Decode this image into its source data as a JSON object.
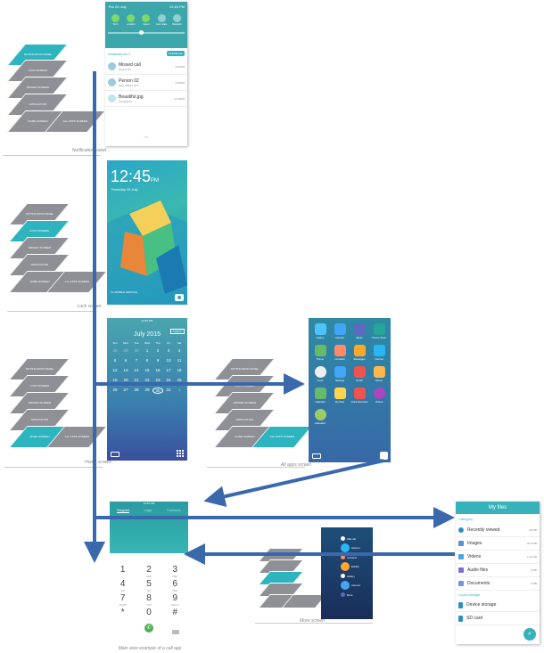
{
  "layers": {
    "notification_panel": "NOTIFICATION PANEL",
    "lock_screen": "LOCK SCREEN",
    "widget_screen": "WIDGET SCREEN",
    "application": "APPLICATION",
    "home_screen": "HOME SCREEN",
    "all_apps_screen": "ALL APPS SCREEN"
  },
  "captions": {
    "notification": "Notification panel",
    "lock": "Lock screen",
    "home": "Home screen",
    "all_apps": "All apps screen",
    "app": "Main view example of a call app",
    "more": "More screen"
  },
  "notification": {
    "date": "Thu 20 July",
    "time": "12:45 PM",
    "toggles": [
      "Wi-Fi",
      "Location",
      "Sound",
      "Auto rotate",
      "Bluetooth"
    ],
    "header": "Notifications 3",
    "clear": "CLEAR ALL",
    "items": [
      {
        "title": "Missed call",
        "sub": "Person 01",
        "time": "9:00AM"
      },
      {
        "title": "Person 02",
        "sub": "Hey! What's up?!",
        "time": "9:05AM"
      },
      {
        "title": "Beautiful.jpg",
        "sub": "Completed",
        "time": "12:44PM"
      }
    ]
  },
  "lock": {
    "time": "12:45",
    "ampm": "PM",
    "date": "Thursday 20 July",
    "carrier": "PL-MOBILE SERVICE"
  },
  "calendar": {
    "status_time": "12:45 PM",
    "today": "TODAY",
    "month": "July 2015",
    "weekdays": [
      "Sun",
      "Mon",
      "Tue",
      "Wed",
      "Thu",
      "Fri",
      "Sat"
    ],
    "days": [
      "28",
      "29",
      "30",
      "1",
      "2",
      "3",
      "4",
      "5",
      "6",
      "7",
      "8",
      "9",
      "10",
      "11",
      "12",
      "13",
      "14",
      "15",
      "16",
      "17",
      "18",
      "19",
      "20",
      "21",
      "22",
      "23",
      "24",
      "25",
      "26",
      "27",
      "28",
      "29",
      "30",
      "31",
      "1"
    ]
  },
  "apps": {
    "items": [
      "Gallery",
      "Camera",
      "Music",
      "Theme Store",
      "Phone",
      "Contacts",
      "Messages",
      "Internet",
      "Clock",
      "Settings",
      "Email",
      "Memo",
      "Calendar",
      "My Files",
      "Voice Recorder",
      "Videos",
      "Calculator"
    ]
  },
  "dialer": {
    "status_time": "12:45 PM",
    "tabs": [
      "Keypad",
      "Logs",
      "Contacts"
    ],
    "keys": [
      {
        "n": "1",
        "l": ""
      },
      {
        "n": "2",
        "l": "ABC"
      },
      {
        "n": "3",
        "l": "DEF"
      },
      {
        "n": "4",
        "l": "GHI"
      },
      {
        "n": "5",
        "l": "JKL"
      },
      {
        "n": "6",
        "l": "MNO"
      },
      {
        "n": "7",
        "l": "PQRS"
      },
      {
        "n": "8",
        "l": "TUV"
      },
      {
        "n": "9",
        "l": "WXYZ"
      },
      {
        "n": "*",
        "l": ""
      },
      {
        "n": "0",
        "l": "+"
      },
      {
        "n": "#",
        "l": ""
      }
    ]
  },
  "more": {
    "items": [
      "Dial call",
      "Internet",
      "Contacts",
      "Exhibit",
      "Gallery",
      "Camera",
      "More"
    ]
  },
  "myfiles": {
    "title": "My files",
    "category": "Category",
    "rows": [
      {
        "label": "Recently viewed",
        "size": "60 MB"
      },
      {
        "label": "Images",
        "size": "30.5 MB"
      },
      {
        "label": "Videos",
        "size": "1.04 GB"
      },
      {
        "label": "Audio files",
        "size": "0 MB"
      },
      {
        "label": "Documents",
        "size": "0 MB"
      }
    ],
    "local": "Local storage",
    "storage": [
      "Device storage",
      "SD card"
    ]
  },
  "colors": {
    "accent": "#2db4be",
    "arrow": "#3a68ad",
    "layer": "#8e9095"
  }
}
